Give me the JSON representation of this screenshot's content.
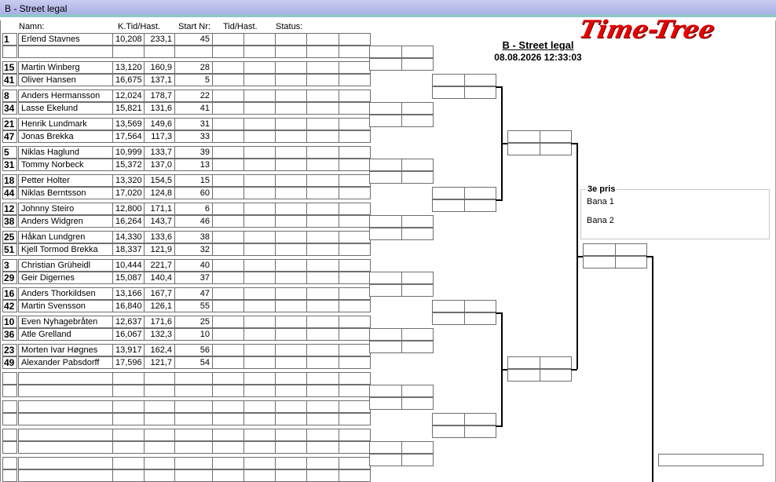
{
  "window": {
    "title": "B - Street legal"
  },
  "headers": {
    "name": "Namn:",
    "time_speed": "K.Tid/Hast.",
    "start_no": "Start Nr:",
    "time_speed2": "Tid/Hast.",
    "status": "Status:"
  },
  "logo": {
    "text": "Time-Tree"
  },
  "event": {
    "title": "B - Street legal",
    "date": "08.08.2026 12:33:03"
  },
  "bronze": {
    "title": "3e pris",
    "lane1": "Bana 1",
    "lane2": "Bana 2"
  },
  "entries": [
    {
      "seed": "1",
      "name": "Erlend Stavnes",
      "time": "10,208",
      "speed": "233,1",
      "start": "45"
    },
    {
      "seed": "",
      "name": "",
      "time": "",
      "speed": "",
      "start": ""
    },
    {
      "seed": "15",
      "name": "Martin Winberg",
      "time": "13,120",
      "speed": "160,9",
      "start": "28"
    },
    {
      "seed": "41",
      "name": "Oliver Hansen",
      "time": "16,675",
      "speed": "137,1",
      "start": "5"
    },
    {
      "seed": "8",
      "name": "Anders Hermansson",
      "time": "12,024",
      "speed": "178,7",
      "start": "22"
    },
    {
      "seed": "34",
      "name": "Lasse Ekelund",
      "time": "15,821",
      "speed": "131,6",
      "start": "41"
    },
    {
      "seed": "21",
      "name": "Henrik Lundmark",
      "time": "13,569",
      "speed": "149,6",
      "start": "31"
    },
    {
      "seed": "47",
      "name": "Jonas Brekka",
      "time": "17,564",
      "speed": "117,3",
      "start": "33"
    },
    {
      "seed": "5",
      "name": "Niklas Haglund",
      "time": "10,999",
      "speed": "133,7",
      "start": "39"
    },
    {
      "seed": "31",
      "name": "Tommy Norbeck",
      "time": "15,372",
      "speed": "137,0",
      "start": "13"
    },
    {
      "seed": "18",
      "name": "Petter Holter",
      "time": "13,320",
      "speed": "154,5",
      "start": "15"
    },
    {
      "seed": "44",
      "name": "Niklas Berntsson",
      "time": "17,020",
      "speed": "124,8",
      "start": "60"
    },
    {
      "seed": "12",
      "name": "Johnny Steiro",
      "time": "12,800",
      "speed": "171,1",
      "start": "6"
    },
    {
      "seed": "38",
      "name": "Anders Widgren",
      "time": "16,264",
      "speed": "143,7",
      "start": "46"
    },
    {
      "seed": "25",
      "name": "Håkan Lundgren",
      "time": "14,330",
      "speed": "133,6",
      "start": "38"
    },
    {
      "seed": "51",
      "name": "Kjell Tormod Brekka",
      "time": "18,337",
      "speed": "121,9",
      "start": "32"
    },
    {
      "seed": "3",
      "name": "Christian Grüheidl",
      "time": "10,444",
      "speed": "221,7",
      "start": "40"
    },
    {
      "seed": "29",
      "name": "Geir Digernes",
      "time": "15,087",
      "speed": "140,4",
      "start": "37"
    },
    {
      "seed": "16",
      "name": "Anders Thorkildsen",
      "time": "13,166",
      "speed": "167,7",
      "start": "47"
    },
    {
      "seed": "42",
      "name": "Martin Svensson",
      "time": "16,840",
      "speed": "126,1",
      "start": "55"
    },
    {
      "seed": "10",
      "name": "Even Nyhagebråten",
      "time": "12,637",
      "speed": "171,6",
      "start": "25"
    },
    {
      "seed": "36",
      "name": "Atle Grelland",
      "time": "16,067",
      "speed": "132,3",
      "start": "10"
    },
    {
      "seed": "23",
      "name": "Morten Ivar Høgnes",
      "time": "13,917",
      "speed": "162,4",
      "start": "56"
    },
    {
      "seed": "49",
      "name": "Alexander Pabsdorff",
      "time": "17,596",
      "speed": "121,7",
      "start": "54"
    },
    {
      "seed": "",
      "name": "",
      "time": "",
      "speed": "",
      "start": ""
    },
    {
      "seed": "",
      "name": "",
      "time": "",
      "speed": "",
      "start": ""
    },
    {
      "seed": "",
      "name": "",
      "time": "",
      "speed": "",
      "start": ""
    },
    {
      "seed": "",
      "name": "",
      "time": "",
      "speed": "",
      "start": ""
    },
    {
      "seed": "",
      "name": "",
      "time": "",
      "speed": "",
      "start": ""
    },
    {
      "seed": "",
      "name": "",
      "time": "",
      "speed": "",
      "start": ""
    },
    {
      "seed": "",
      "name": "",
      "time": "",
      "speed": "",
      "start": ""
    },
    {
      "seed": "",
      "name": "",
      "time": "",
      "speed": "",
      "start": ""
    }
  ]
}
